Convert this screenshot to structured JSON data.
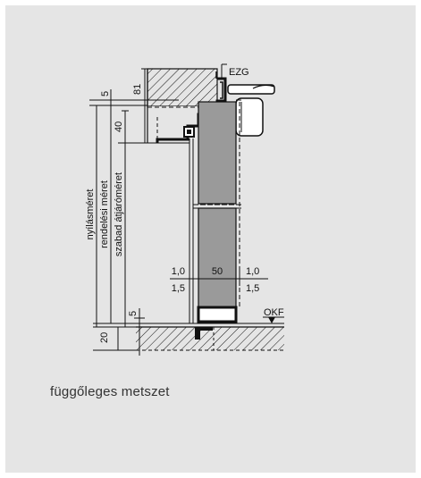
{
  "drawing": {
    "labels": {
      "ezg": "EZG",
      "okf": "OKF",
      "dim_5_top": "5",
      "dim_81": "81",
      "dim_40": "40",
      "dim_5_bottom": "5",
      "dim_20": "20",
      "left_gap_top": "1,0",
      "left_gap_bottom": "1,5",
      "leaf_width": "50",
      "right_gap_top": "1,0",
      "right_gap_bottom": "1,5",
      "vertical_1": "nyílásméret",
      "vertical_2": "rendelési méret",
      "vertical_3": "szabad átjáróméret"
    }
  },
  "caption": "függőleges metszet",
  "colors": {
    "panel_background": "#e5e5e5",
    "door_leaf": "#9a9a9a",
    "line": "#111111"
  }
}
